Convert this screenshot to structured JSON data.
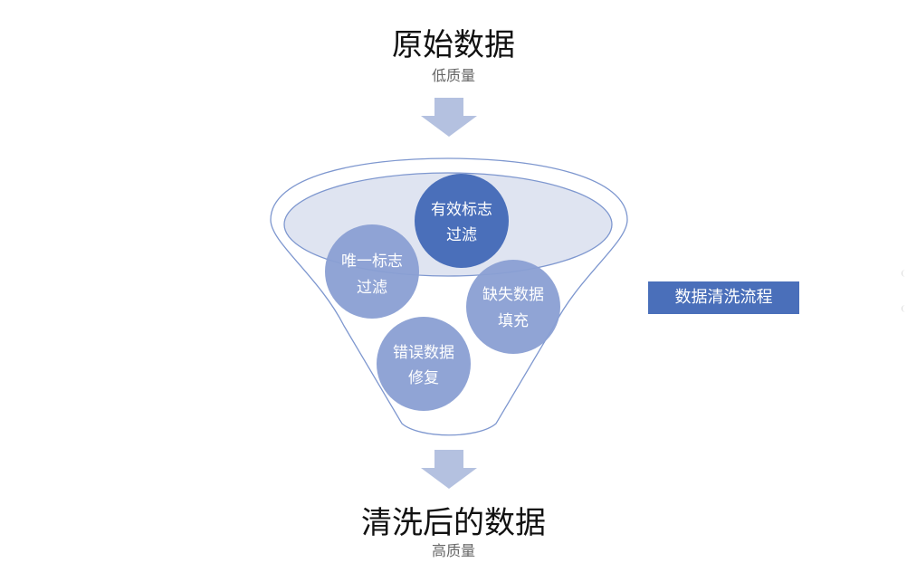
{
  "header": {
    "title": "原始数据",
    "subtitle": "低质量"
  },
  "footer": {
    "title": "清洗后的数据",
    "subtitle": "高质量"
  },
  "steps": [
    {
      "line1": "有效标志",
      "line2": "过滤"
    },
    {
      "line1": "唯一标志",
      "line2": "过滤"
    },
    {
      "line1": "缺失数据",
      "line2": "填充"
    },
    {
      "line1": "错误数据",
      "line2": "修复"
    }
  ],
  "process_label": "数据清洗流程",
  "colors": {
    "arrow": "#b4c1e0",
    "funnel_stroke": "#7e97cf",
    "funnel_top_fill": "#dfe4f1",
    "bubble_dark": "#4a6fba",
    "bubble_light": "#8a9fd3",
    "tag": "#4a6fba"
  }
}
